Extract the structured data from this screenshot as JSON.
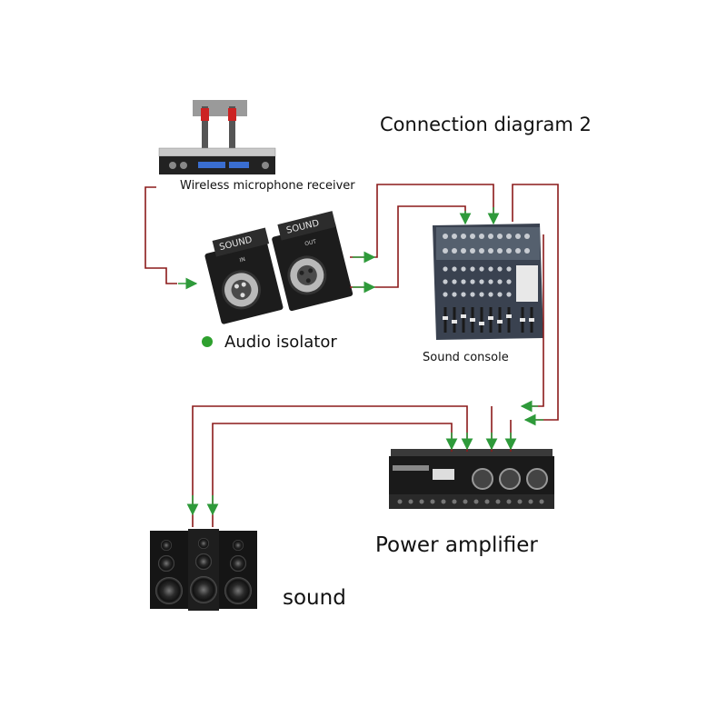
{
  "title": "Connection diagram 2",
  "devices": {
    "receiver": {
      "label": "Wireless microphone receiver"
    },
    "isolator": {
      "label": "Audio isolator",
      "brand_text": "SOUND",
      "port_text_a": "IN",
      "port_text_b": "OUT"
    },
    "console": {
      "label": "Sound console"
    },
    "amplifier": {
      "label": "Power amplifier"
    },
    "speakers": {
      "label": "sound"
    }
  },
  "colors": {
    "signal_cable": "#8b1a1a",
    "arrow": "#2e9a3a",
    "bullet": "#2ea02e",
    "device_dark": "#1c1c1c",
    "device_silver": "#b9b9b9"
  }
}
